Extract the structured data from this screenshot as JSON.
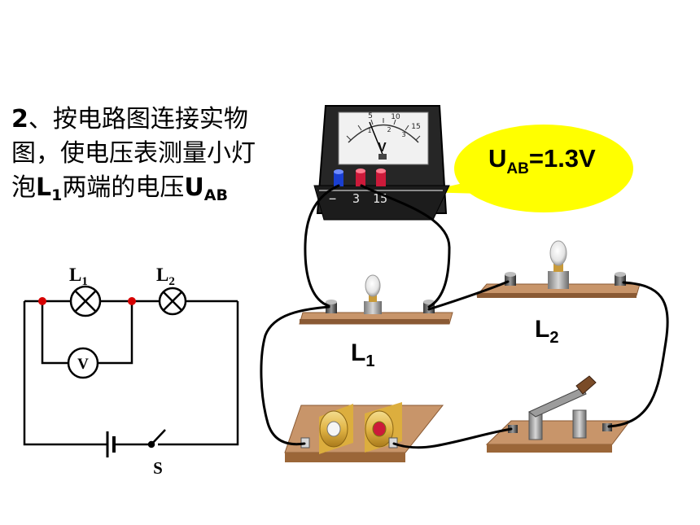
{
  "task": {
    "number": "2",
    "text_1": "、按电路图连接实物",
    "text_2": "图，使电压表测量小灯",
    "text_3": "泡",
    "lamp_label": "L",
    "lamp_sub": "1",
    "text_4": "两端的电压",
    "voltage_symbol": "U",
    "voltage_sub": "AB"
  },
  "schematic": {
    "lamp1_letter": "L",
    "lamp1_sub": "1",
    "lamp2_letter": "L",
    "lamp2_sub": "2",
    "voltmeter_symbol": "V",
    "switch_label": "S"
  },
  "callout": {
    "u": "U",
    "sub": "AB",
    "value": "=1.3V"
  },
  "meter": {
    "scale_5": "5",
    "scale_10": "10",
    "scale_15": "15",
    "scale_1": "1",
    "scale_2": "2",
    "scale_3": "3",
    "needle_symbol": "V",
    "minus": "−",
    "terminal_3": "3",
    "terminal_15": "15"
  },
  "photo_labels": {
    "l1_letter": "L",
    "l1_sub": "1",
    "l2_letter": "L",
    "l2_sub": "2"
  },
  "colors": {
    "callout_fill": "#ffff00",
    "board": "#c8956a",
    "board_edge": "#8a5a34",
    "terminal_red": "#cc1a3a",
    "terminal_blue": "#1a3fd1",
    "node_red": "#d60000"
  }
}
